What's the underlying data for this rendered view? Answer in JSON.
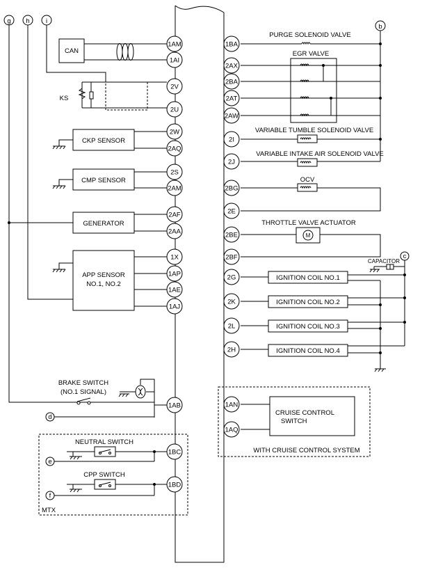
{
  "refs": {
    "g": "g",
    "h": "h",
    "i": "i",
    "b": "b",
    "c": "c",
    "d": "d",
    "e": "e",
    "f": "f"
  },
  "left": {
    "can": "CAN",
    "ks": "KS",
    "ckp": "CKP SENSOR",
    "cmp": "CMP SENSOR",
    "generator": "GENERATOR",
    "app1": "APP SENSOR",
    "app2": "NO.1, NO.2",
    "brake1": "BRAKE SWITCH",
    "brake2": "(NO.1 SIGNAL)",
    "neutral": "NEUTRAL SWITCH",
    "cpp": "CPP SWITCH",
    "mtx": "MTX"
  },
  "left_pins": [
    "1AM",
    "1AI",
    "2V",
    "2U",
    "2W",
    "2AQ",
    "2S",
    "2AM",
    "2AF",
    "2AA",
    "1X",
    "1AP",
    "1AE",
    "1AJ",
    "1AB",
    "1BC",
    "1BD"
  ],
  "right": {
    "purge": "PURGE SOLENOID VALVE",
    "egr": "EGR VALVE",
    "tumble": "VARIABLE TUMBLE SOLENOID VALVE",
    "intake": "VARIABLE INTAKE AIR SOLENOID VALVE",
    "ocv": "OCV",
    "throttle": "THROTTLE VALVE ACTUATOR",
    "motor": "M",
    "capacitor": "CAPACITOR",
    "coil1": "IGNITION COIL NO.1",
    "coil2": "IGNITION COIL NO.2",
    "coil3": "IGNITION COIL NO.3",
    "coil4": "IGNITION COIL NO.4",
    "cruise1": "CRUISE CONTROL",
    "cruise2": "SWITCH",
    "cruise_sys": "WITH CRUISE CONTROL SYSTEM"
  },
  "right_pins": [
    "1BA",
    "2AX",
    "2BA",
    "2AT",
    "2AW",
    "2I",
    "2J",
    "2BG",
    "2E",
    "2BE",
    "2BF",
    "2G",
    "2K",
    "2L",
    "2H",
    "1AN",
    "1AQ"
  ]
}
